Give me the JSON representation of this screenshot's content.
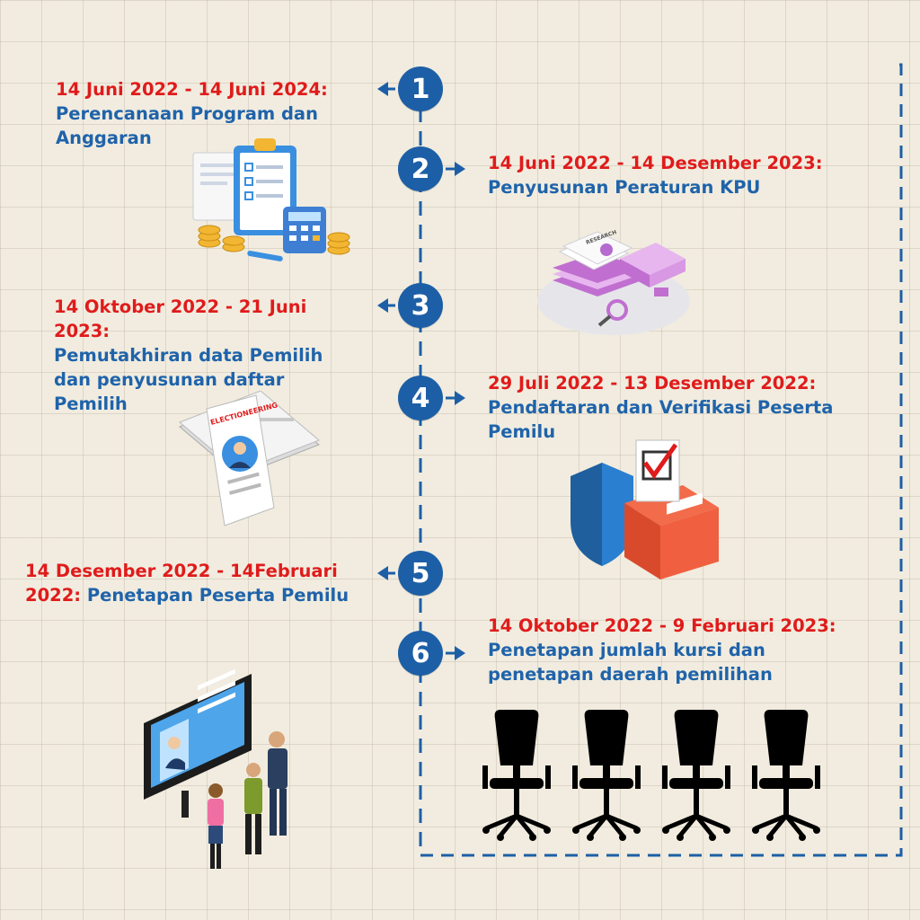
{
  "steps": [
    {
      "number": "1",
      "date": "14 Juni 2022 - 14 Juni 2024:",
      "desc": "Perencanaan Program dan Anggaran"
    },
    {
      "number": "2",
      "date": "14 Juni 2022 - 14 Desember 2023:",
      "desc": "Penyusunan Peraturan KPU"
    },
    {
      "number": "3",
      "date": "14 Oktober 2022 - 21 Juni 2023:",
      "desc": "Pemutakhiran data Pemilih dan penyusunan daftar Pemilih"
    },
    {
      "number": "4",
      "date": "29 Juli 2022 - 13 Desember 2022:",
      "desc": "Pendaftaran dan Verifikasi Peserta Pemilu"
    },
    {
      "number": "5",
      "date": "14 Desember 2022 - 14Februari 2022:",
      "desc": "Penetapan Peserta Pemilu"
    },
    {
      "number": "6",
      "date": "14 Oktober 2022 - 9 Februari 2023:",
      "desc": "Penetapan jumlah kursi dan penetapan daerah pemilihan"
    }
  ],
  "illustrations": {
    "research_label": "RESEARCH",
    "poster_label": "ELECTIONEERING"
  },
  "colors": {
    "background": "#f1ecdf",
    "timeline_blue": "#1d5fa6",
    "date_red": "#e01b1b",
    "desc_blue": "#1f63aa"
  }
}
